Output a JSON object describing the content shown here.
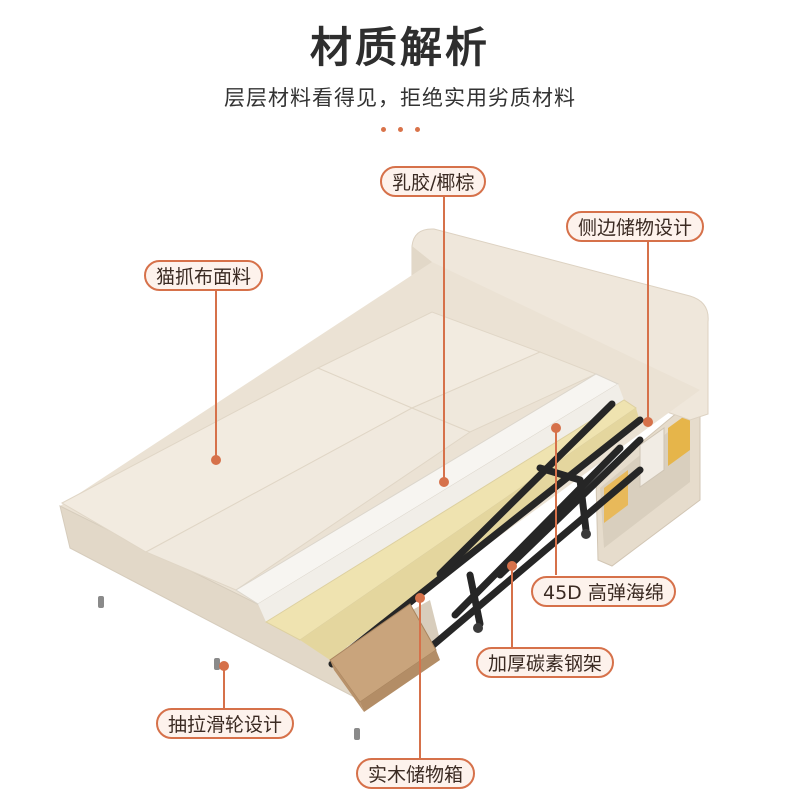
{
  "header": {
    "title": "材质解析",
    "subtitle": "层层材料看得见，拒绝实用劣质材料"
  },
  "labels": {
    "latex_coir": "乳胶/椰棕",
    "side_storage": "侧边储物设计",
    "cat_scratch_fabric": "猫抓布面料",
    "high_density_sponge": "45D 高弹海绵",
    "carbon_steel_frame": "加厚碳素钢架",
    "drawer_pulley": "抽拉滑轮设计",
    "wood_storage_box": "实木储物箱"
  },
  "colors": {
    "accent": "#d6714a",
    "label_bg": "#fdf2ec",
    "bed_fabric": "#ece3d6",
    "foam_yellow": "#efe4b4",
    "latex_white": "#f6f4f0",
    "steel": "#2a2a2a",
    "wood": "#c8a27a"
  }
}
